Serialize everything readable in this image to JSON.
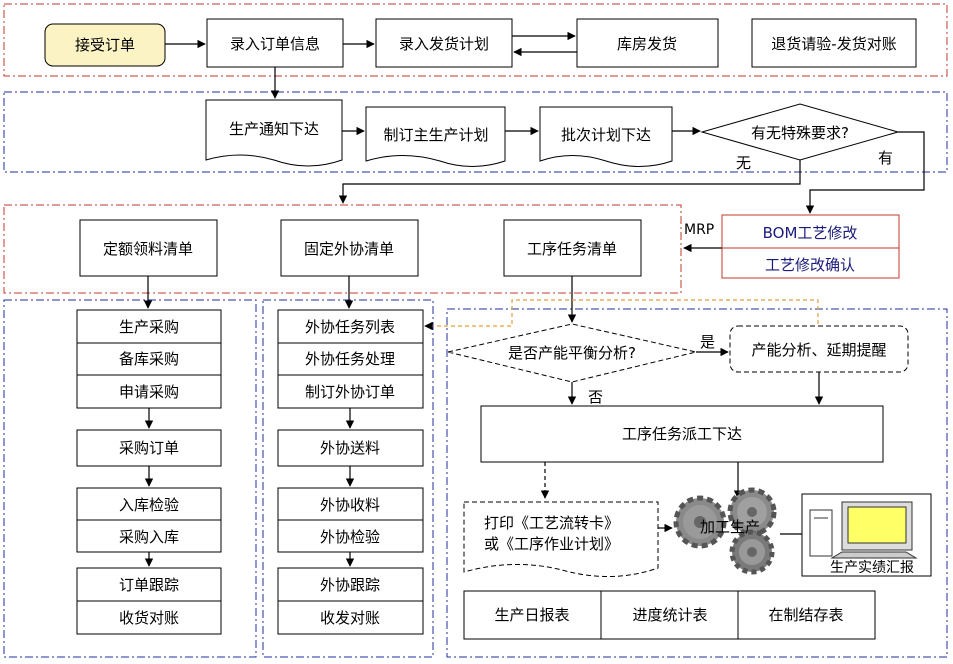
{
  "top_row": {
    "accept_order": "接受订单",
    "enter_order_info": "录入订单信息",
    "enter_delivery_plan": "录入发货计划",
    "warehouse_delivery": "库房发货",
    "return_check": "退货请验-发货对账"
  },
  "plan_row": {
    "production_notice": "生产通知下达",
    "master_plan": "制订主生产计划",
    "batch_plan": "批次计划下达",
    "special_requirement": "有无特殊要求?",
    "no_label": "无",
    "yes_label": "有"
  },
  "bom": {
    "mrp_label": "MRP",
    "bom_modify": "BOM工艺修改",
    "process_confirm": "工艺修改确认"
  },
  "lists": {
    "quota_list": "定额领料清单",
    "outsource_list": "固定外协清单",
    "process_task_list": "工序任务清单"
  },
  "purchase": {
    "items": [
      "生产采购",
      "备库采购",
      "申请采购"
    ],
    "order": "采购订单",
    "inspect": [
      "入库检验",
      "采购入库"
    ],
    "track": [
      "订单跟踪",
      "收货对账"
    ]
  },
  "outsource": {
    "items": [
      "外协任务列表",
      "外协任务处理",
      "制订外协订单"
    ],
    "send": "外协送料",
    "receive": [
      "外协收料",
      "外协检验"
    ],
    "track": [
      "外协跟踪",
      "收发对账"
    ]
  },
  "production": {
    "capacity_question": "是否产能平衡分析?",
    "yes_label": "是",
    "no_label": "否",
    "capacity_analysis": "产能分析、延期提醒",
    "dispatch": "工序任务派工下达",
    "print_line1": "打印《工艺流转卡》",
    "print_line2": "或《工序作业计划》",
    "processing": "加工生产",
    "report": "生产实绩汇报",
    "reports": [
      "生产日报表",
      "进度统计表",
      "在制结存表"
    ]
  },
  "colors": {
    "red_dashed": "#c0392b",
    "blue_dashed": "#1f2fa0",
    "accept_fill": "#fbf3c3",
    "bom_border": "#c0392b",
    "orange_dashed": "#e0a040"
  }
}
